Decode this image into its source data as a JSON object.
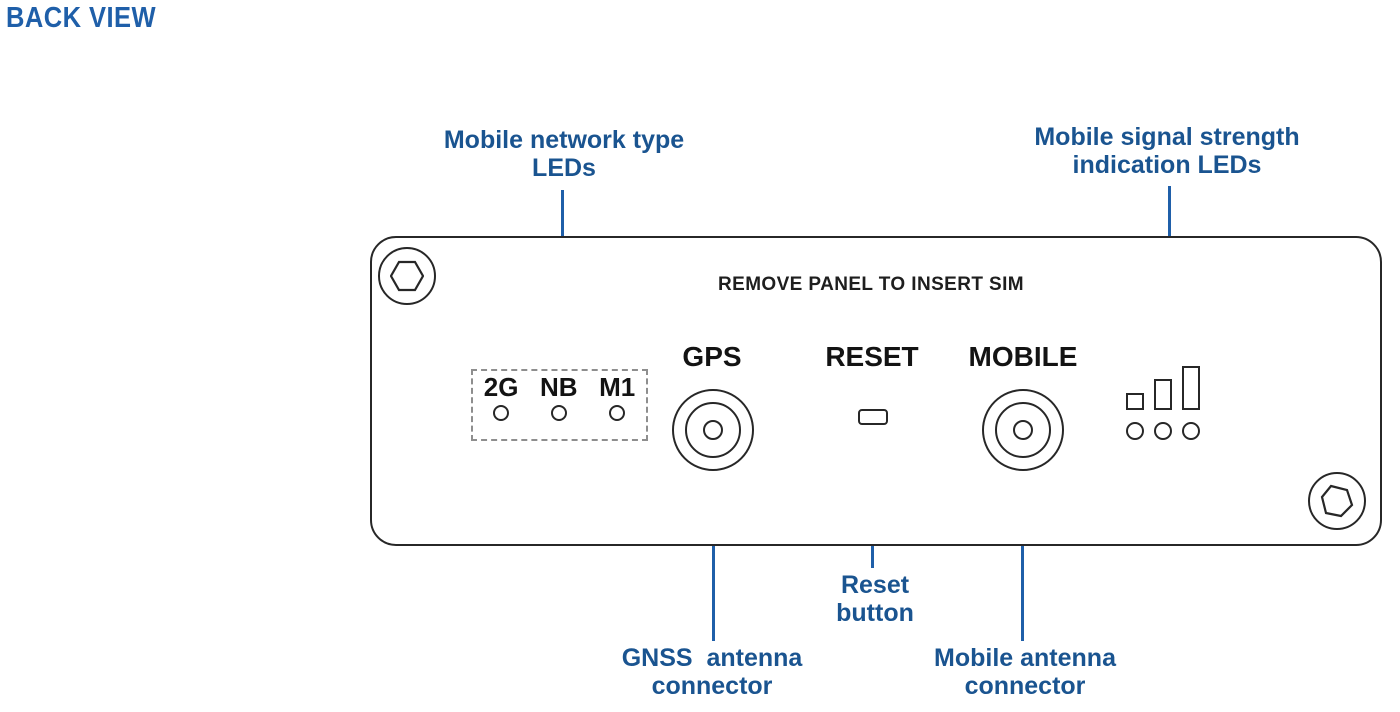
{
  "page": {
    "title": "BACK VIEW",
    "accent_color": "#1f5fa9",
    "callout_color": "#1a5490",
    "outline_color": "#272727",
    "dashed_color": "#8e8e8e",
    "background": "#ffffff"
  },
  "callouts": {
    "network_type": "Mobile network type\nLEDs",
    "signal_strength": "Mobile signal strength\nindication LEDs",
    "reset_button": "Reset\nbutton",
    "gnss_connector": "GNSS  antenna\nconnector",
    "mobile_connector": "Mobile antenna\nconnector"
  },
  "panel": {
    "sim_notice": "REMOVE PANEL TO INSERT SIM",
    "network_leds": [
      {
        "label": "2G"
      },
      {
        "label": "NB"
      },
      {
        "label": "M1"
      }
    ],
    "ports": {
      "gps": "GPS",
      "reset": "RESET",
      "mobile": "MOBILE"
    },
    "signal": {
      "bars": [
        1,
        2,
        3
      ],
      "dots": [
        1,
        2,
        3
      ]
    },
    "screws": [
      {
        "position": "top-left"
      },
      {
        "position": "bottom-right"
      }
    ]
  }
}
